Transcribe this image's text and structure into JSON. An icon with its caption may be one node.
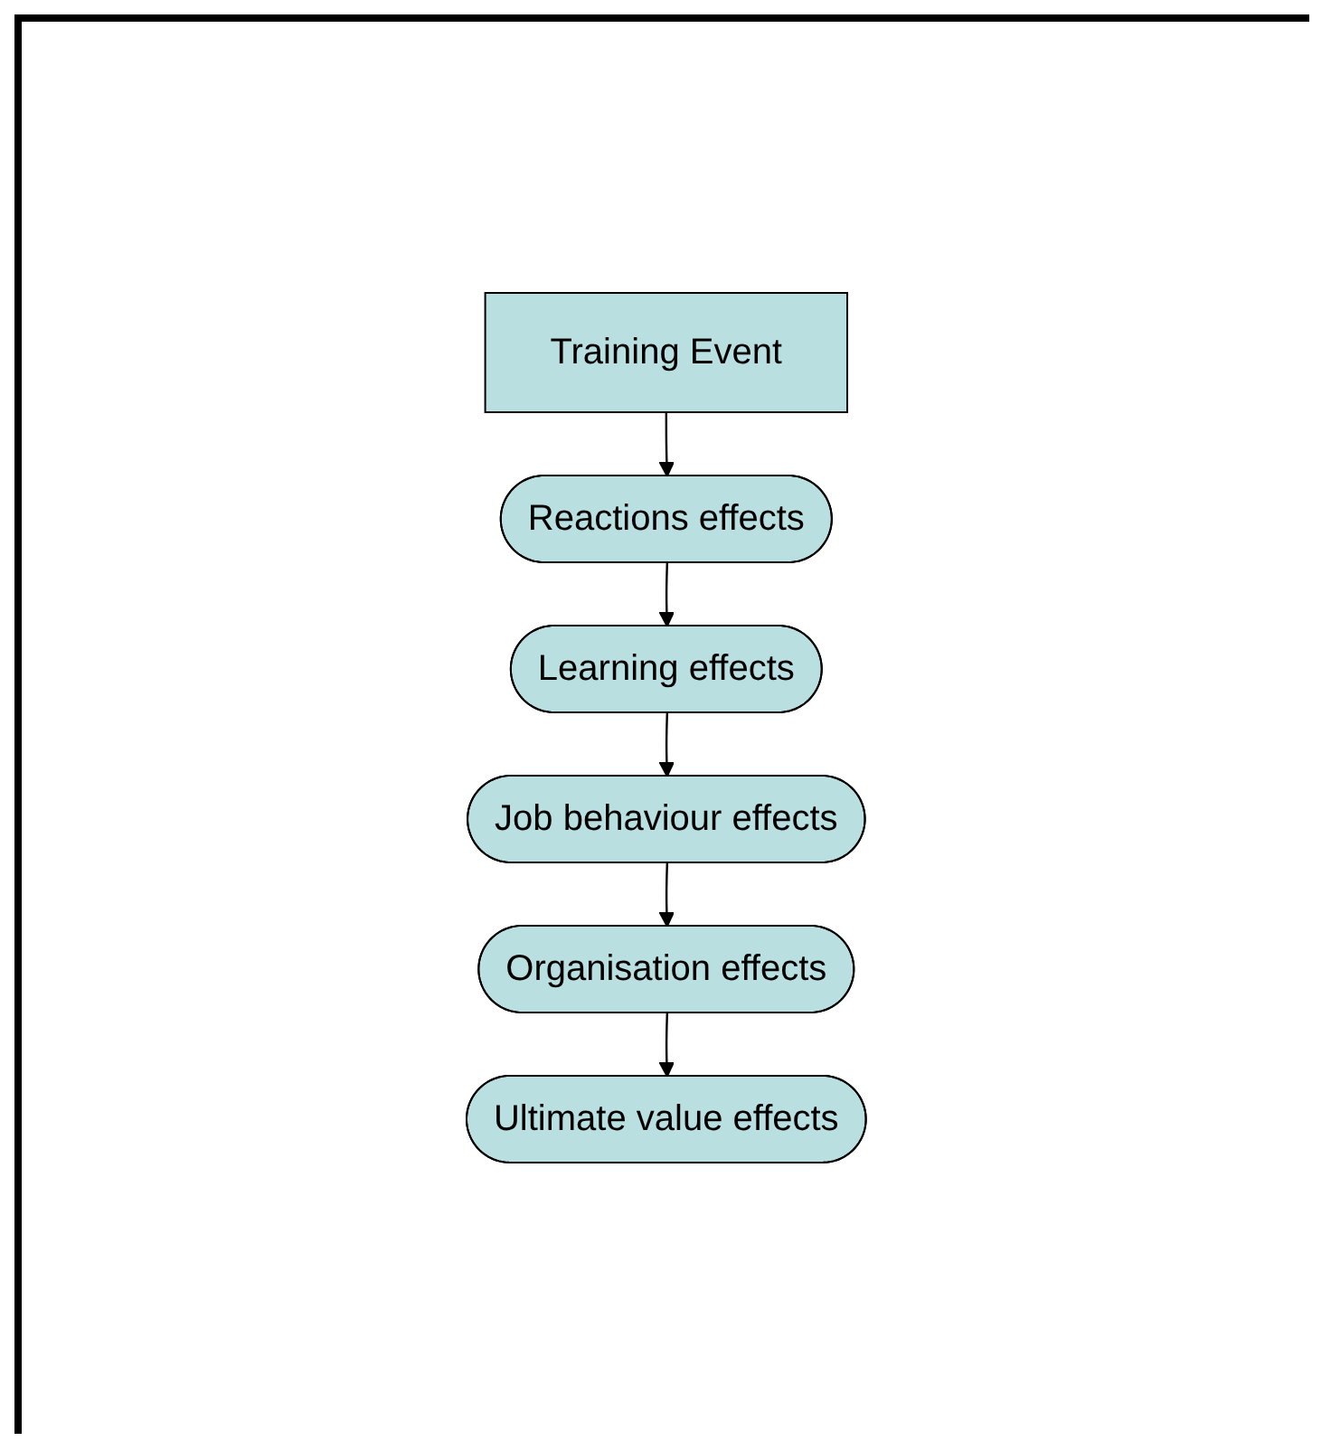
{
  "diagram": {
    "nodes": [
      {
        "text": [
          "Training Event"
        ]
      },
      {
        "text": [
          "Reactions effects"
        ]
      },
      {
        "text": [
          "Learning effects"
        ]
      },
      {
        "text": [
          "Job behaviour effects"
        ]
      },
      {
        "text": [
          "Organisation effects"
        ]
      },
      {
        "text": [
          "Ultimate value effects"
        ]
      }
    ],
    "edges": [
      {
        "from": 0,
        "to": 1,
        "arrow": "to"
      },
      {
        "from": 1,
        "to": 2,
        "arrow": "to"
      },
      {
        "from": 2,
        "to": 3,
        "arrow": "to"
      },
      {
        "from": 3,
        "to": 4,
        "arrow": "to"
      },
      {
        "from": 4,
        "to": 5,
        "arrow": "to"
      }
    ]
  }
}
